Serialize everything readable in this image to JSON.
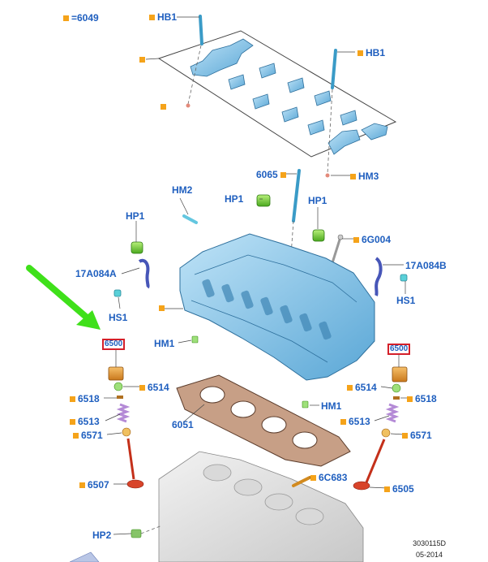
{
  "labels": {
    "l6049": "=6049",
    "hb1a": "HB1",
    "hb1b": "HB1",
    "l6065": "6065",
    "hm3": "HM3",
    "hm2": "HM2",
    "hp1a": "HP1",
    "hp1b": "HP1",
    "hp1c": "HP1",
    "l6g004": "6G004",
    "a17l": "17A084A",
    "a17r": "17A084B",
    "hs1l": "HS1",
    "hs1r": "HS1",
    "hm1a": "HM1",
    "hm1b": "HM1",
    "b6500l": "6500",
    "b6500r": "6500",
    "l6514": "6514",
    "r6514": "6514",
    "l6518": "6518",
    "r6518": "6518",
    "l6513": "6513",
    "r6513": "6513",
    "l6571": "6571",
    "r6571": "6571",
    "l6051": "6051",
    "l6c683": "6C683",
    "l6507": "6507",
    "l6505": "6505",
    "hp2": "HP2"
  },
  "footer": {
    "code": "3030115D",
    "date": "05-2014"
  },
  "colors": {
    "label": "#1f5fbf",
    "marker": "#f5a31a",
    "highlight_box": "#d4202a",
    "pointer_arrow": "#3fe01a",
    "part_blue": "#7fc0e6",
    "gasket": "#c79f86"
  }
}
